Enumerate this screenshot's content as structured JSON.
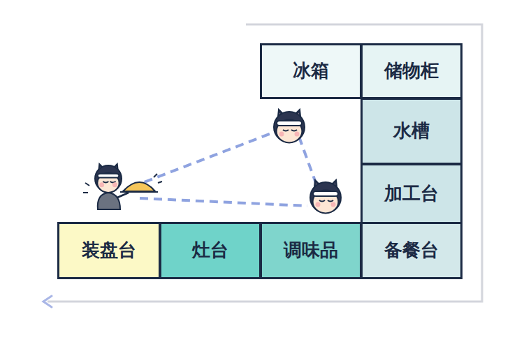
{
  "diagram": {
    "nodes": [
      {
        "text": [
          "冰箱"
        ]
      },
      {
        "text": [
          "储物柜"
        ]
      },
      {
        "text": [
          "水槽"
        ]
      },
      {
        "text": [
          "加工台"
        ]
      },
      {
        "text": [
          "装盘台"
        ]
      },
      {
        "text": [
          "灶台"
        ]
      },
      {
        "text": [
          "调味品"
        ]
      },
      {
        "text": [
          "备餐台"
        ]
      }
    ]
  }
}
